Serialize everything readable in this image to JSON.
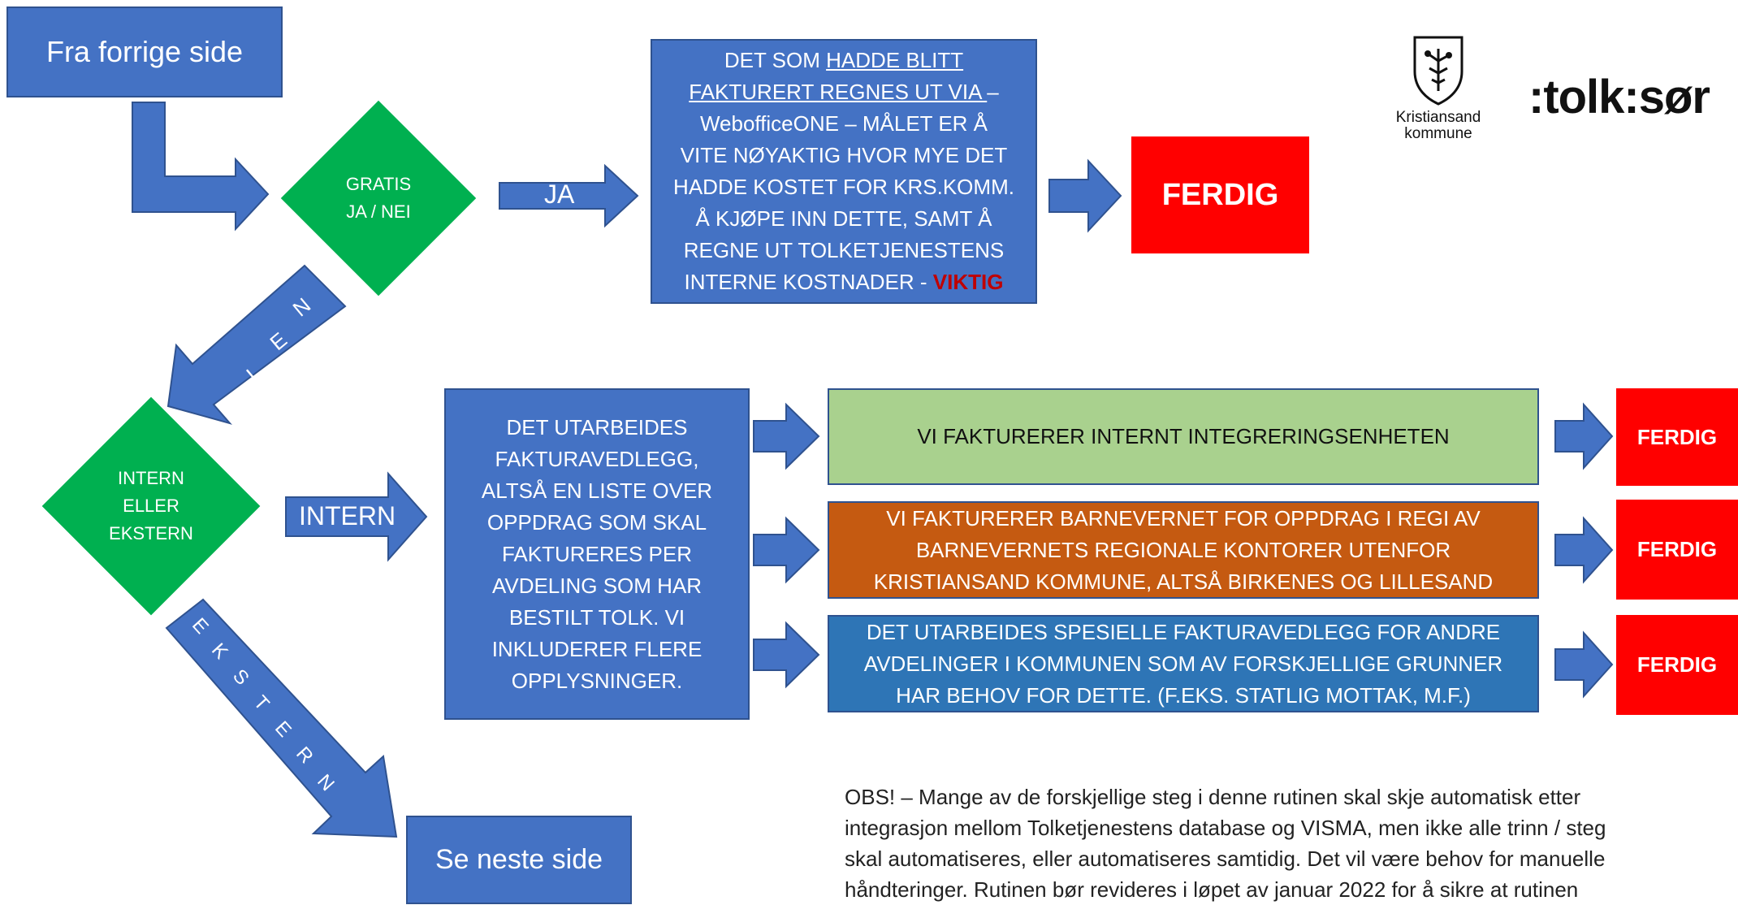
{
  "start": {
    "label": "Fra forrige side"
  },
  "gratis": {
    "line1": "GRATIS",
    "line2": "JA / NEI"
  },
  "ja_label": "JA",
  "nei_label": "N E I",
  "nei_letters": [
    "N",
    "E",
    "I"
  ],
  "info_box": {
    "line1_prefix": "DET SOM ",
    "line1_underlined": "HADDE BLITT",
    "line2_underlined": "FAKTURERT REGNES UT VIA ",
    "line2_suffix": "–",
    "line3": "WebofficeONE – MÅLET ER Å",
    "line4": "VITE NØYAKTIG HVOR MYE DET",
    "line5": "HADDE KOSTET FOR KRS.KOMM.",
    "line6": "Å KJØPE INN DETTE, SAMT Å",
    "line7": "REGNE UT TOLKETJENESTENS",
    "line8_prefix": "INTERNE KOSTNADER - ",
    "viktig": "VIKTIG"
  },
  "ferdig_main": "FERDIG",
  "logo": {
    "line1": "Kristiansand",
    "line2": "kommune",
    "brand": ":tolk:sør"
  },
  "intern_ekstern": {
    "line1": "INTERN",
    "line2": "ELLER",
    "line3": "EKSTERN"
  },
  "intern_label": "INTERN",
  "ekstern_letters": [
    "E",
    "K",
    "S",
    "T",
    "E",
    "R",
    "N"
  ],
  "attachment_box": {
    "lines": [
      "DET UTARBEIDES",
      "FAKTURAVEDLEGG,",
      "ALTSÅ EN LISTE OVER",
      "OPPDRAG SOM SKAL",
      "FAKTURERES PER",
      "AVDELING SOM HAR",
      "BESTILT TOLK. VI",
      "INKLUDERER FLERE",
      "OPPLYSNINGER."
    ]
  },
  "option1": {
    "text": "VI FAKTURERER INTERNT INTEGRERINGSENHETEN",
    "color": "#a9d18e"
  },
  "option2": {
    "line1": "VI FAKTURERER BARNEVERNET FOR OPPDRAG I REGI AV",
    "line2": "BARNEVERNETS REGIONALE KONTORER UTENFOR",
    "line3": "KRISTIANSAND KOMMUNE, ALTSÅ BIRKENES OG LILLESAND",
    "color": "#c55a11"
  },
  "option3": {
    "line1": "DET UTARBEIDES SPESIELLE FAKTURAVEDLEGG FOR ANDRE",
    "line2": "AVDELINGER I KOMMUNEN SOM AV FORSKJELLIGE GRUNNER",
    "line3": "HAR BEHOV FOR DETTE. (F.EKS. STATLIG MOTTAK, M.F.)",
    "color": "#2e75b6"
  },
  "ferdig_1": "FERDIG",
  "ferdig_2": "FERDIG",
  "ferdig_3": "FERDIG",
  "next": {
    "label": "Se neste side"
  },
  "note": {
    "line1": "OBS! – Mange av de forskjellige steg i denne rutinen skal skje automatisk etter",
    "line2": "integrasjon mellom Tolketjenestens database og VISMA, men ikke alle trinn / steg",
    "line3": "skal automatiseres, eller automatiseres samtidig. Det vil være behov for manuelle",
    "line4": "håndteringer. Rutinen bør revideres i løpet av januar 2022 for å sikre at rutinen"
  },
  "colors": {
    "blue": "#4472c4",
    "green": "#00b050",
    "red": "#ff0000",
    "viktig": "#c00000"
  }
}
